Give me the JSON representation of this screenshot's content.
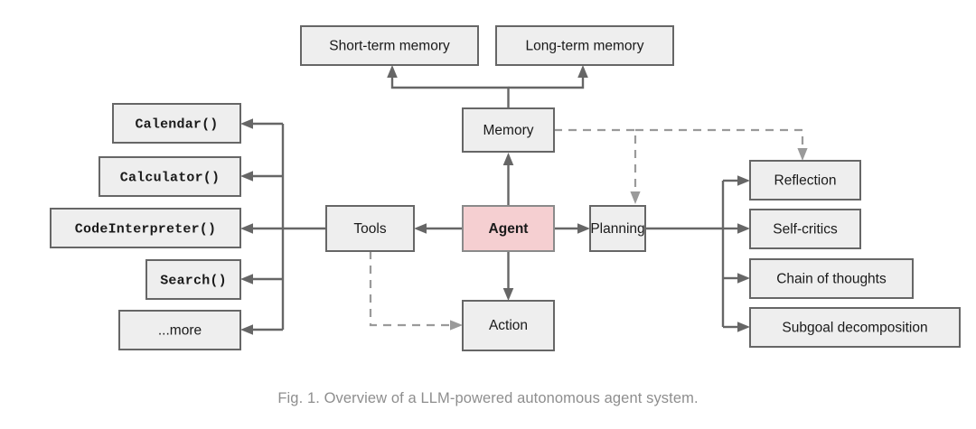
{
  "figure": {
    "caption": "Fig. 1. Overview of a LLM-powered autonomous agent system.",
    "background_color": "#ffffff",
    "node_fill": "#eeeeee",
    "node_border": "#666666",
    "accent_fill": "#f5cfd1",
    "edge_color": "#666666",
    "dashed_edge_color": "#9a9a9a",
    "caption_color": "#8e8e8e"
  },
  "nodes": {
    "agent": {
      "label": "Agent"
    },
    "memory": {
      "label": "Memory"
    },
    "short_term_memory": {
      "label": "Short-term memory"
    },
    "long_term_memory": {
      "label": "Long-term memory"
    },
    "tools": {
      "label": "Tools"
    },
    "action": {
      "label": "Action"
    },
    "planning": {
      "label": "Planning"
    },
    "tool_items": [
      {
        "label": "Calendar()"
      },
      {
        "label": "Calculator()"
      },
      {
        "label": "CodeInterpreter()"
      },
      {
        "label": "Search()"
      },
      {
        "label": "...more"
      }
    ],
    "planning_items": [
      {
        "label": "Reflection"
      },
      {
        "label": "Self-critics"
      },
      {
        "label": "Chain of thoughts"
      },
      {
        "label": "Subgoal decomposition"
      }
    ]
  }
}
